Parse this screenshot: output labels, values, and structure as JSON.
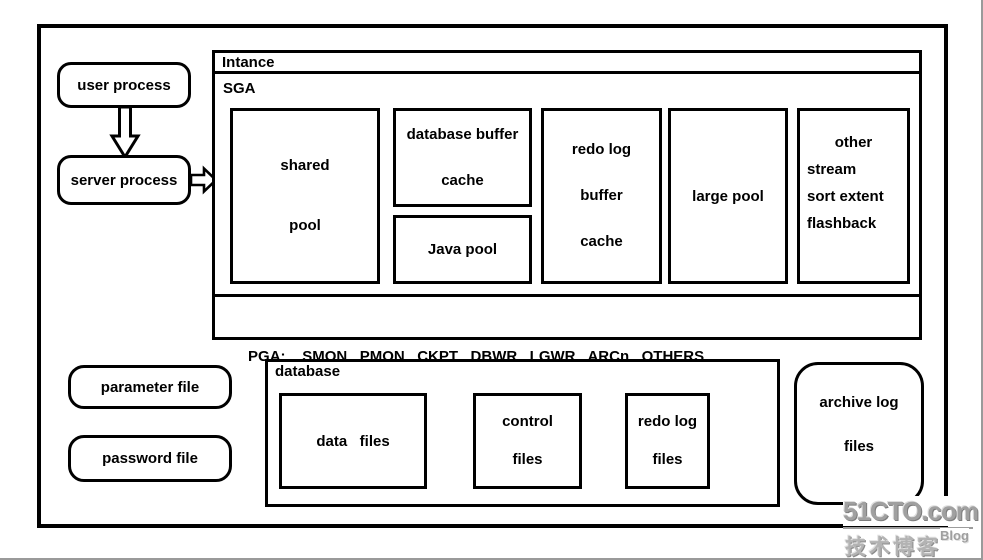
{
  "colors": {
    "line": "#000000",
    "background": "#ffffff",
    "watermark_gray": "#a0a0a0"
  },
  "client": {
    "user_process": "user process",
    "server_process": "server process"
  },
  "instance": {
    "label": "Intance",
    "sga": {
      "label": "SGA",
      "shared_pool_lines": [
        "shared",
        "pool"
      ],
      "db_buffer_cache_lines": [
        "database buffer",
        "cache"
      ],
      "java_pool": "Java pool",
      "redo_log_buffer_lines": [
        "redo log",
        "buffer",
        "cache"
      ],
      "large_pool": "large pool",
      "other_box": {
        "title": "other",
        "lines": [
          "stream",
          "sort extent",
          "flashback"
        ]
      }
    },
    "pga": {
      "label": "PGA:",
      "processes": [
        "SMON",
        "PMON",
        "CKPT",
        "DBWR",
        "LGWR",
        "ARCn",
        "OTHERS"
      ]
    }
  },
  "files": {
    "parameter_file": "parameter file",
    "password_file": "password file",
    "archive_log_lines": [
      "archive log",
      "files"
    ]
  },
  "database": {
    "label": "database",
    "data_files": "data   files",
    "control_files_lines": [
      "control",
      "files"
    ],
    "redo_log_files_lines": [
      "redo log",
      "files"
    ]
  },
  "watermark": {
    "brand": "51CTO.com",
    "tagline": "技术博客",
    "blog": "Blog"
  }
}
